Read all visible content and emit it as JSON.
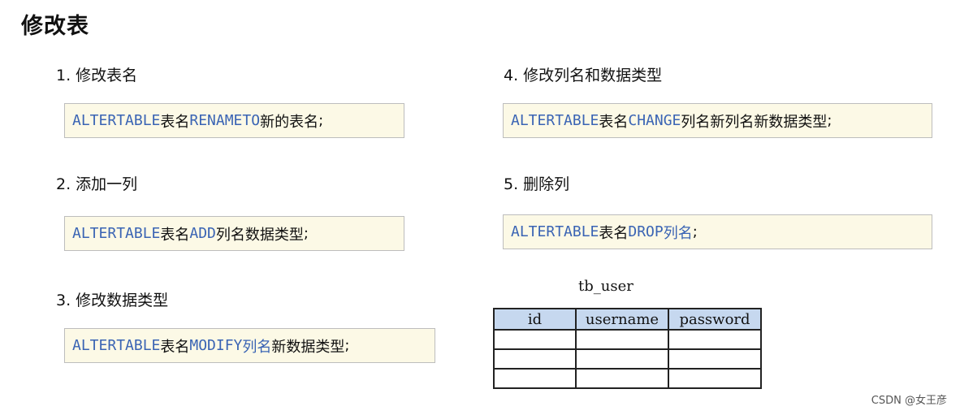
{
  "title": "修改表",
  "sections": [
    {
      "heading": "1. 修改表名",
      "code": {
        "alter": "ALTER",
        "table": "TABLE",
        "table_name": "表名",
        "op": "RENAME",
        "to": "TO",
        "new_name": "新的表名",
        "semicolon": ";"
      }
    },
    {
      "heading": "2. 添加一列",
      "code": {
        "alter": "ALTER",
        "table": "TABLE",
        "table_name": "表名",
        "op": "ADD",
        "col": "列名",
        "type": "数据类型",
        "semicolon": ";"
      }
    },
    {
      "heading": "3. 修改数据类型",
      "code": {
        "alter": "ALTER",
        "table": "TABLE",
        "table_name": "表名",
        "op": "MODIFY",
        "col": "列名",
        "type": "新数据类型",
        "semicolon": ";"
      }
    },
    {
      "heading": "4. 修改列名和数据类型",
      "code": {
        "alter": "ALTER",
        "table": "TABLE",
        "table_name": "表名",
        "op": "CHANGE",
        "col": "列名",
        "new_col": "新列名",
        "type": "新数据类型",
        "semicolon": ";"
      }
    },
    {
      "heading": "5. 删除列",
      "code": {
        "alter": "ALTER",
        "table": "TABLE",
        "table_name": "表名",
        "op": "DROP",
        "col": "列名",
        "semicolon": ";"
      }
    }
  ],
  "table": {
    "caption": "tb_user",
    "columns": [
      "id",
      "username",
      "password"
    ]
  },
  "watermark": "CSDN @女王彦"
}
